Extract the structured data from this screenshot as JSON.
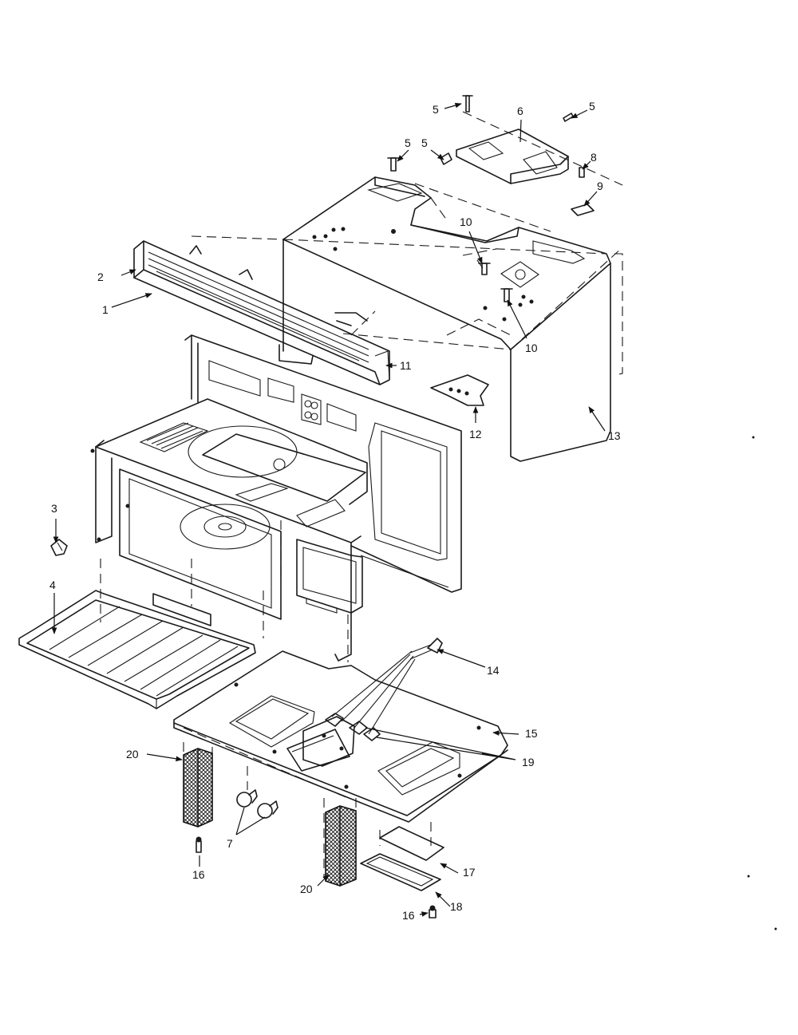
{
  "callouts": [
    {
      "label": "1",
      "part": "grille"
    },
    {
      "label": "2",
      "part": "grille-end"
    },
    {
      "label": "3",
      "part": "latch"
    },
    {
      "label": "4",
      "part": "rack"
    },
    {
      "label": "5",
      "part": "screw-a"
    },
    {
      "label": "5",
      "part": "screw-b"
    },
    {
      "label": "5",
      "part": "screw-c"
    },
    {
      "label": "5",
      "part": "screw-d"
    },
    {
      "label": "6",
      "part": "top-bracket"
    },
    {
      "label": "8",
      "part": "screw-e"
    },
    {
      "label": "9",
      "part": "clip"
    },
    {
      "label": "10",
      "part": "screw-f"
    },
    {
      "label": "10",
      "part": "screw-g"
    },
    {
      "label": "11",
      "part": "grille-right-end"
    },
    {
      "label": "12",
      "part": "side-bracket"
    },
    {
      "label": "13",
      "part": "outer-cabinet"
    },
    {
      "label": "14",
      "part": "wire-harness"
    },
    {
      "label": "15",
      "part": "base-plate"
    },
    {
      "label": "19",
      "part": "lamp-sockets"
    },
    {
      "label": "20",
      "part": "filter-left"
    },
    {
      "label": "7",
      "part": "lamps"
    },
    {
      "label": "16",
      "part": "screw-h"
    },
    {
      "label": "20",
      "part": "filter-right"
    },
    {
      "label": "17",
      "part": "lens"
    },
    {
      "label": "18",
      "part": "lens-frame"
    },
    {
      "label": "16",
      "part": "screw-i"
    }
  ],
  "colors": {
    "ink": "#1a1a1a",
    "paper": "#ffffff"
  }
}
